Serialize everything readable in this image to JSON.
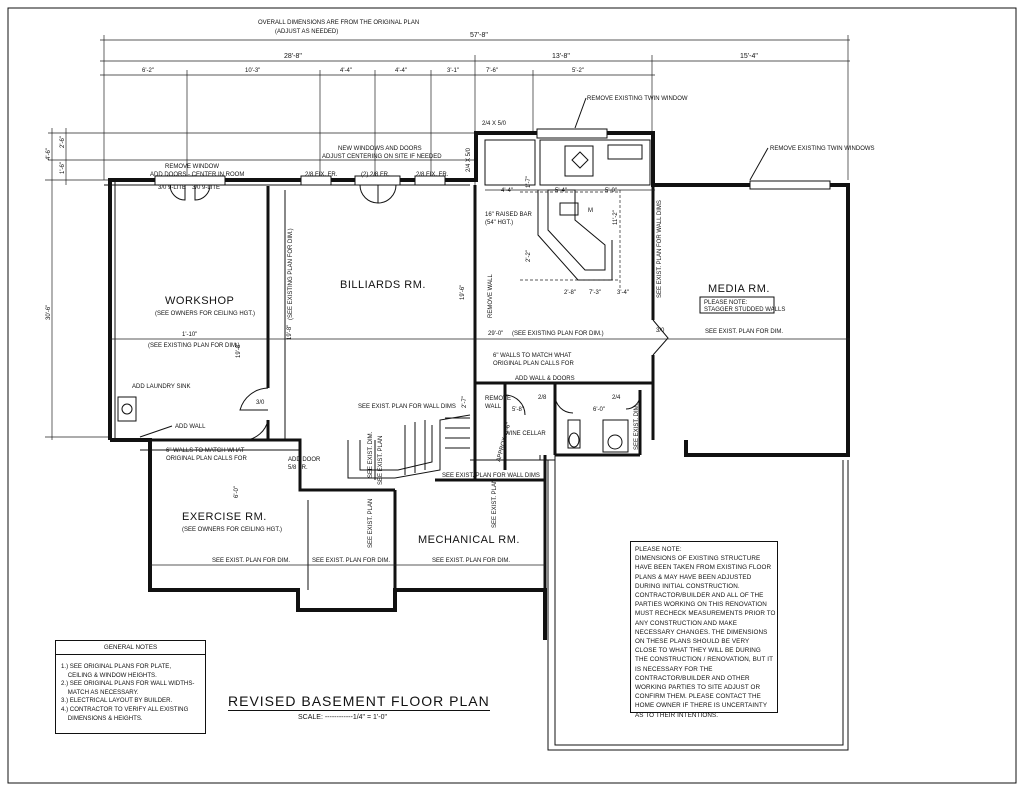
{
  "overall": {
    "note_line1": "OVERALL DIMENSIONS ARE FROM THE ORIGINAL PLAN",
    "note_line2": "(ADJUST AS NEEDED)",
    "total": "57'-8\""
  },
  "top_dims": {
    "seg_a": "28'-8\"",
    "seg_b": "13'-8\"",
    "seg_c": "15'-4\"",
    "s1": "6'-2\"",
    "s2": "10'-3\"",
    "s3": "4'-4\"",
    "s4": "4'-4\"",
    "s5": "3'-1\"",
    "s6": "7'-6\"",
    "s7": "5'-2\""
  },
  "left_dims": {
    "d1": "4'-6\"",
    "d2": "2'-6\"",
    "d3": "1'-6\"",
    "d4": "30'-6\""
  },
  "annotations": {
    "remove_twin_window_1": "REMOVE EXISTING TWIN WINDOW",
    "remove_twin_window_2": "REMOVE EXISTING TWIN WINDOWS",
    "window_24x50": "2/4 X 5/0",
    "window_24x50_v": "2/4 X 5/0",
    "new_windows_line1": "NEW WINDOWS AND DOORS",
    "new_windows_line2": "ADJUST CENTERING ON SITE IF NEEDED",
    "remove_window_line1": "REMOVE WINDOW",
    "remove_window_line2": "ADD DOORS - CENTER IN ROOM",
    "lite_1": "3/0 9-LITE",
    "lite_2": "3/0 9-LITE",
    "fix_1": "2/8 FIX. FR.",
    "fix_2": "(2) 2/8 FR.",
    "fix_3": "2/8 FIX. FR.",
    "raised_bar_line1": "16\" RAISED BAR",
    "raised_bar_line2": "(54\" HGT.)",
    "bar_44": "4'-4\"",
    "bar_54": "5'-4\"",
    "bar_60": "5'-0\"",
    "bar_112": "11'-2\"",
    "bar_17": "1'-7\"",
    "bar_22": "2'-2\"",
    "bar_28": "2'-8\"",
    "bar_73": "7'-3\"",
    "bar_34": "3'-4\"",
    "bar_M": "M",
    "see_exist_wall_vert": "SEE EXIST. PLAN FOR WALL DIMS",
    "see_exist_dim_vert": "(SEE EXISTING PLAN FOR DIM.)",
    "dim_198": "19'-8\"",
    "dim_198b": "19'-8\"",
    "dim_196": "19'-6\"",
    "remove_wall": "REMOVE WALL",
    "dim_290": "29'-0\"",
    "see_exist_dim_h": "(SEE EXISTING PLAN FOR DIM.)",
    "dim_110": "1'-10\"",
    "see_exist_dim_h2": "(SEE EXISTING PLAN FOR DIM.)",
    "door_30": "3/0",
    "door_30b": "3/0",
    "see_exist_dim_media": "SEE EXIST. PLAN FOR DIM.",
    "walls_match_1": "6\" WALLS TO MATCH WHAT",
    "walls_match_2": "ORIGINAL PLAN CALLS FOR",
    "add_wall_doors": "ADD WALL & DOORS",
    "remove_wall_2a": "REMOVE",
    "remove_wall_2b": "WALL",
    "door_28": "2/8",
    "dim_58": "5'-8\"",
    "dim_60": "6'-0\"",
    "door_24": "2/4",
    "see_exist_vert_2": "SEE EXIST. DIM.",
    "wine_cellar": "WINE CELLAR",
    "approx": "APPROX. 3'-6\"",
    "dim_27": "2'-7\"",
    "see_exist_wall_h": "SEE EXIST. PLAN FOR WALL DIMS",
    "add_laundry": "ADD LAUNDRY SINK",
    "add_wall": "ADD WALL",
    "walls_match_3": "6\" WALLS TO MATCH WHAT",
    "walls_match_4": "ORIGINAL PLAN CALLS FOR",
    "add_door_1": "ADD DOOR",
    "add_door_2": "5/8 FR.",
    "see_exist_dim_v1": "SEE EXIST. DIM.",
    "see_exist_dim_v2": "SEE EXIST. PLAN",
    "see_exist_dim_v3": "SEE EXIST. PLAN",
    "see_exist_dim_v4": "SEE EXIST. PLAN",
    "dim_60v": "6'-0\"",
    "see_exist_ex": "SEE EXIST. PLAN FOR DIM.",
    "see_exist_mid": "SEE EXIST. PLAN FOR DIM.",
    "see_exist_mech": "SEE EXIST. PLAN FOR DIM."
  },
  "rooms": {
    "workshop": "WORKSHOP",
    "workshop_sub": "(SEE OWNERS FOR CEILING HGT.)",
    "billiards": "BILLIARDS RM.",
    "media": "MEDIA RM.",
    "media_note1": "PLEASE NOTE:",
    "media_note2": "STAGGER STUDDED WALLS",
    "exercise": "EXERCISE RM.",
    "exercise_sub": "(SEE OWNERS FOR CEILING HGT.)",
    "mechanical": "MECHANICAL RM."
  },
  "please_note": [
    "PLEASE NOTE:",
    "DIMENSIONS OF EXISTING STRUCTURE",
    "HAVE BEEN TAKEN FROM EXISTING FLOOR",
    "PLANS & MAY HAVE BEEN ADJUSTED",
    "DURING INITIAL CONSTRUCTION.",
    "CONTRACTOR/BUILDER AND ALL OF THE",
    "PARTIES WORKING ON THIS RENOVATION",
    "MUST RECHECK MEASUREMENTS PRIOR TO",
    "ANY CONSTRUCTION AND MAKE",
    "NECESSARY CHANGES. THE DIMENSIONS",
    "ON THESE PLANS SHOULD BE VERY",
    "CLOSE TO WHAT THEY WILL BE DURING",
    "THE CONSTRUCTION / RENOVATION, BUT IT",
    "IS NECESSARY FOR THE",
    "CONTRACTOR/BUILDER AND OTHER",
    "WORKING PARTIES TO SITE ADJUST OR",
    "CONFIRM THEM. PLEASE CONTACT THE",
    "HOME OWNER IF THERE IS UNCERTAINTY",
    "AS TO THEIR INTENTIONS."
  ],
  "general_notes": {
    "header": "GENERAL NOTES",
    "items": [
      "1.) SEE ORIGINAL PLANS FOR PLATE,",
      "    CEILING & WINDOW HEIGHTS.",
      "2.) SEE ORIGINAL PLANS FOR WALL WIDTHS-",
      "    MATCH AS NECESSARY.",
      "3.) ELECTRICAL LAYOUT BY BUILDER.",
      "4.) CONTRACTOR TO VERIFY ALL EXISTING",
      "    DIMENSIONS & HEIGHTS."
    ]
  },
  "title": {
    "main": "REVISED BASEMENT FLOOR PLAN",
    "scale": "SCALE: ------------1/4\" = 1'-0\""
  }
}
